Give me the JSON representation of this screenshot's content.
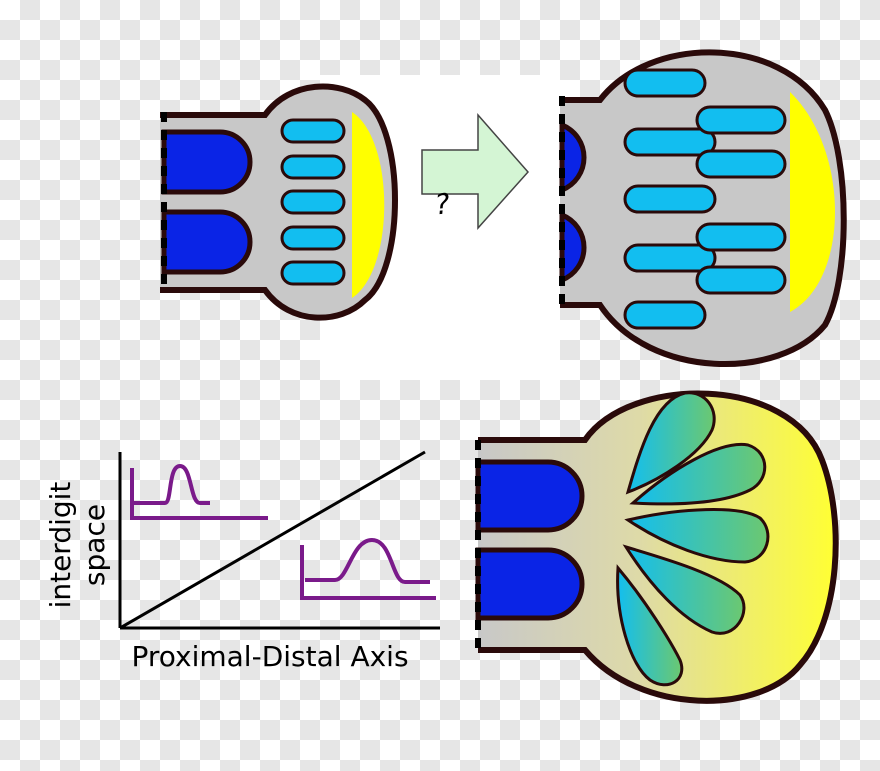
{
  "glyphs": {
    "question": "?"
  },
  "graph": {
    "x_label": "Proximal-Distal Axis",
    "y_label_line1": "interdigit",
    "y_label_line2": "space"
  },
  "colors": {
    "outline": "#2a0a0a",
    "limb_fill": "#c8c8c8",
    "digit_proximal": "#0a24e6",
    "digit_condensation": "#12bef0",
    "distal_zone": "#ffff00",
    "arrow_fill": "#d4f5d4",
    "profile_curve": "#7a1a8a"
  }
}
